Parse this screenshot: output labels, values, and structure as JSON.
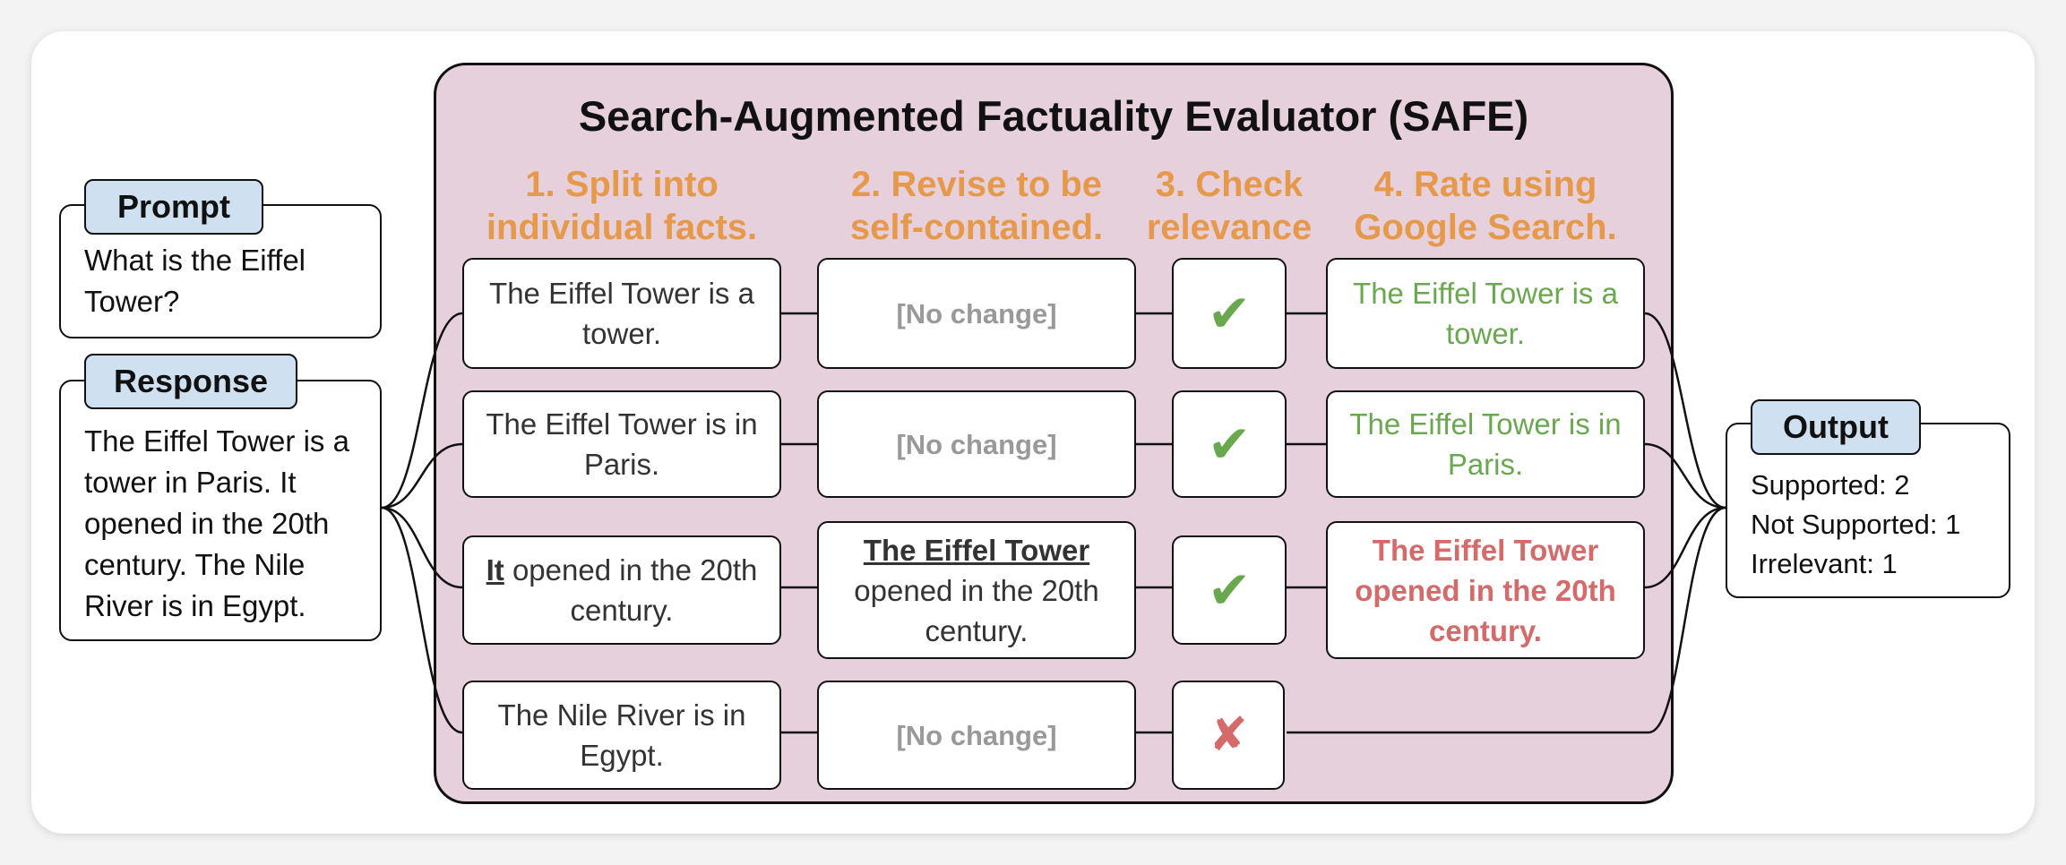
{
  "title": "Search-Augmented Factuality Evaluator (SAFE)",
  "steps": [
    {
      "line1": "1. Split into",
      "line2": "individual facts."
    },
    {
      "line1": "2. Revise to be",
      "line2": "self-contained."
    },
    {
      "line1": "3. Check",
      "line2": "relevance"
    },
    {
      "line1": "4. Rate using",
      "line2": "Google Search."
    }
  ],
  "prompt": {
    "label": "Prompt",
    "text": "What is the Eiffel Tower?"
  },
  "response": {
    "label": "Response",
    "text": "The Eiffel Tower is a tower in Paris. It opened in the 20th century. The Nile River is in Egypt."
  },
  "facts": [
    {
      "split": "The Eiffel Tower is a tower.",
      "revised": "[No change]",
      "relevant": "✔",
      "rated": "The Eiffel Tower is a tower.",
      "rating": "supported"
    },
    {
      "split": "The Eiffel Tower is in Paris.",
      "revised": "[No change]",
      "relevant": "✔",
      "rated": "The Eiffel Tower is in Paris.",
      "rating": "supported"
    },
    {
      "split_pronoun": "It",
      "split_rest": "opened in the 20th century.",
      "revised_subject": "The Eiffel Tower",
      "revised_rest": "opened in the 20th century.",
      "relevant": "✔",
      "rated": "The Eiffel Tower opened in the 20th century.",
      "rating": "not supported"
    },
    {
      "split": "The Nile River is in Egypt.",
      "revised": "[No change]",
      "relevant": "✘",
      "rating": "irrelevant"
    }
  ],
  "output": {
    "label": "Output",
    "supported": "Supported: 2",
    "not_supported": "Not Supported: 1",
    "irrelevant": "Irrelevant: 1"
  },
  "colors": {
    "step_heading": "#e6994a",
    "supported": "#6aa84f",
    "not_supported": "#d46a6a",
    "panel": "#e6d0dc",
    "tag": "#cfe0f1"
  }
}
